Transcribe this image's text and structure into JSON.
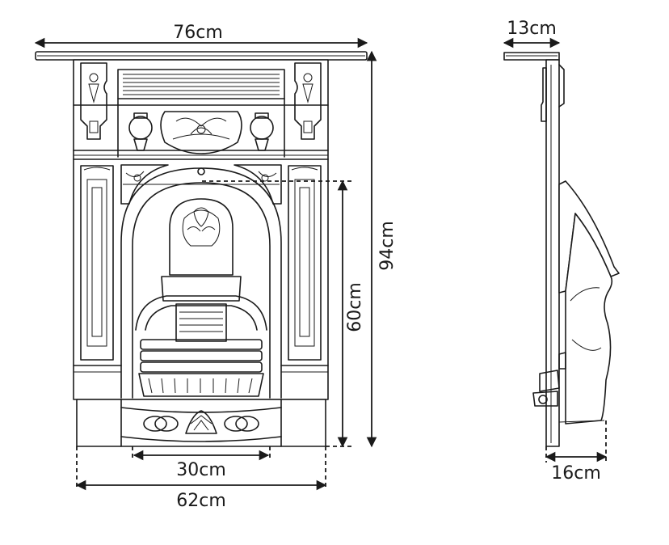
{
  "diagram": {
    "front_view": {
      "overall_width_label": "76cm",
      "overall_height_label": "94cm",
      "opening_height_label": "60cm",
      "opening_width_label": "30cm",
      "base_width_label": "62cm"
    },
    "side_view": {
      "top_depth_label": "13cm",
      "base_depth_label": "16cm"
    },
    "colors": {
      "line": "#1a1a1a",
      "background": "#ffffff"
    }
  }
}
